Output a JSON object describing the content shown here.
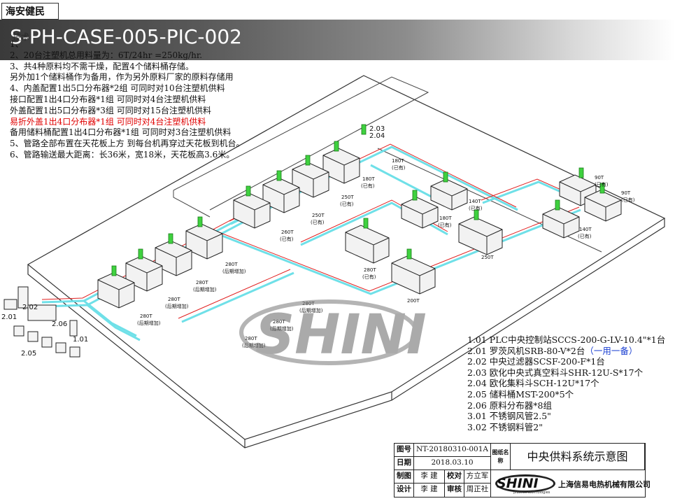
{
  "header": {
    "company": "海安健民",
    "banner_title": "S-PH-CASE-005-PIC-002",
    "notes_heading": "技术"
  },
  "notes": [
    {
      "text": "1、",
      "color": "#111"
    },
    {
      "text": "2、20台注塑机总用料量为：6T/24hr =250kg/hr.",
      "color": "#111"
    },
    {
      "text": "3、共4种原料均不需干燥，配置4个储料桶存储。",
      "color": "#111"
    },
    {
      "text": "    另外加1个储料桶作为备用，作为另外原料厂家的原料存储用",
      "color": "#111"
    },
    {
      "text": "4、内盖配置1出5口分布器*2组 可同时对10台注塑机供料",
      "color": "#111"
    },
    {
      "text": "    接口配置1出4口分布器*1组 可同时对4台注塑机供料",
      "color": "#111"
    },
    {
      "text": "    外盖配置1出5口分布器*3组 可同时对15台注塑机供料",
      "color": "#111"
    },
    {
      "text": "    易折外盖1出4口分布器*1组 可同时对4台注塑机供料",
      "color": "#e00000"
    },
    {
      "text": "    备用储料桶配置1出4口分布器*1组 可同时对3台注塑机供料",
      "color": "#111"
    },
    {
      "text": "5、管路全部布置在天花板上方 到每台机再穿过天花板到机台。",
      "color": "#111"
    },
    {
      "text": "6、管路输送最大距离：长36米，宽18米，天花板高3.6米。",
      "color": "#111"
    }
  ],
  "legend": [
    {
      "text": "1.01 PLC中央控制站SCCS-200-G-LV-10.4\"*1台",
      "extra": ""
    },
    {
      "text": "2.01 罗茨风机SRB-80-V*2台",
      "extra": "（一用一备）"
    },
    {
      "text": "2.02 中央过滤器SCSF-200-F*1台",
      "extra": ""
    },
    {
      "text": "2.03 欧化中央式真空料斗SHR-12U-S*17个",
      "extra": ""
    },
    {
      "text": "2.04 欧化集料斗SCH-12U*17个",
      "extra": ""
    },
    {
      "text": "2.05 储料桶MST-200*5个",
      "extra": ""
    },
    {
      "text": "2.06 原料分布器*8组",
      "extra": ""
    },
    {
      "text": "3.01 不锈钢风管2.5\"",
      "extra": ""
    },
    {
      "text": "3.02 不锈钢料管2\"",
      "extra": ""
    }
  ],
  "diagram_labels": {
    "l_203": "2.03",
    "l_204": "2.04",
    "l_202": "2.02",
    "l_201": "2.01",
    "l_206": "2.06",
    "l_101": "1.01",
    "l_205": "2.05",
    "m1": "180T",
    "m1b": "(已有)",
    "m2": "180T",
    "m2b": "(已有)",
    "m3": "250T",
    "m3b": "(已有)",
    "m4": "250T",
    "m4b": "(已有)",
    "m5": "260T",
    "m5b": "(已有)",
    "m6": "280T",
    "m6b": "(后期增加)",
    "m7": "280T",
    "m7b": "(后期增加)",
    "m8": "280T",
    "m8b": "(后期增加)",
    "m9": "280T",
    "m9b": "(后期增加)",
    "m10": "280T",
    "m10b": "(后期增加)",
    "m11": "280T",
    "m11b": "(后期增加)",
    "m12": "140T",
    "m12b": "(已有)",
    "m13": "180T",
    "m13b": "(已有)",
    "m14": "280T",
    "m14b": "(已有)",
    "m15": "250T",
    "m16": "200T",
    "m17": "90T",
    "m17b": "(已有)",
    "m18": "90T",
    "m18b": "(已有)",
    "m19": "140T",
    "m19b": "(已有)",
    "watermark": "SHINI"
  },
  "title_block": {
    "drawing_no_label": "图号",
    "drawing_no": "NT-20180310-001A",
    "name_label": "图纸名称",
    "drawing_name": "中央供料系统示意图",
    "date_label": "日期",
    "date": "2018.03.10",
    "draw_label": "制图",
    "draw_by": "李 建",
    "check_label": "校对",
    "check_by": "方立军",
    "design_label": "设计",
    "design_by": "李 建",
    "review_label": "审核",
    "review_by": "周正社",
    "logo": "SHINI",
    "logo_sub": "plastics technologies",
    "company_full": "上海信易电热机械有限公司"
  },
  "colors": {
    "pipe": "#6fe0e8",
    "red_line": "#e02020",
    "hopper": "#3fd13f",
    "hopper_purple": "#c05ad8"
  }
}
